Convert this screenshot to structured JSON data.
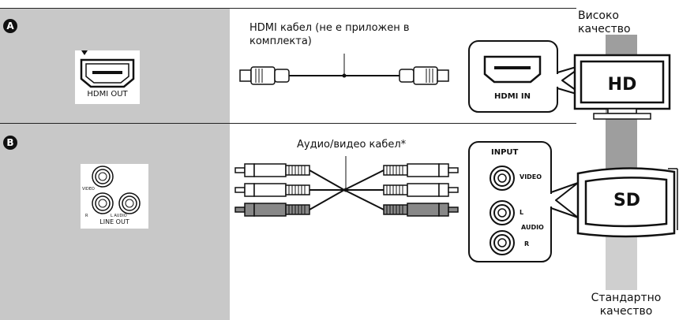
{
  "section_a": {
    "badge": "A",
    "device_port": "HDMI OUT",
    "cable_label": "HDMI кабел (не е приложен в комплекта)",
    "tv_port": "HDMI IN",
    "tv_text": "HD",
    "quality_label": "Високо качество"
  },
  "section_b": {
    "badge": "B",
    "device_video": "VIDEO",
    "device_r": "R",
    "device_audio": "L AUDIO",
    "device_port": "LINE OUT",
    "cable_label": "Аудио/видео кабел*",
    "tv_input": "INPUT",
    "tv_video": "VIDEO",
    "tv_l": "L",
    "tv_audio": "AUDIO",
    "tv_r": "R",
    "tv_text": "SD",
    "quality_label": "Стандартно качество"
  },
  "colors": {
    "panel": "#c8c8c8",
    "strip": "#9e9e9e",
    "strip_light": "#cfcfcf",
    "line": "#111111"
  }
}
